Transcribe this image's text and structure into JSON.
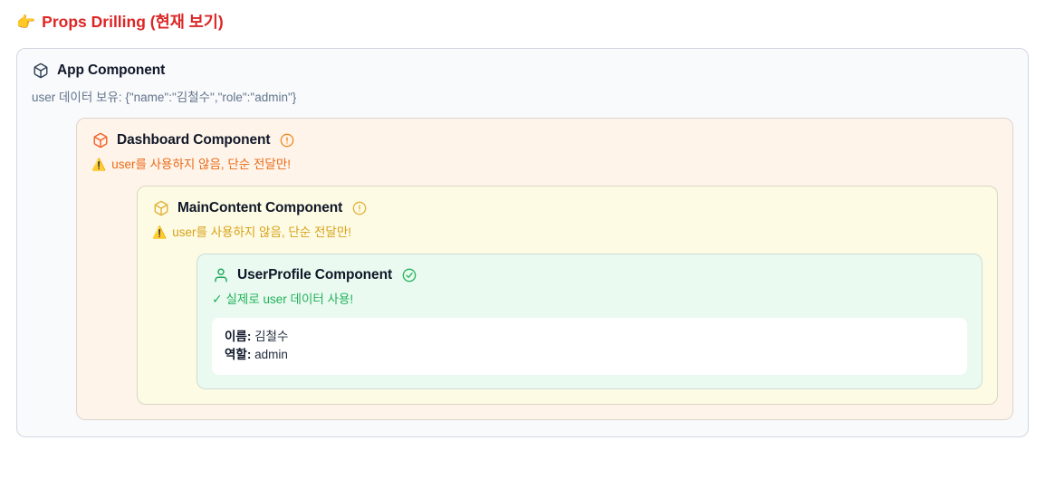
{
  "header": {
    "emoji": "👉",
    "title": "Props Drilling (현재 보기)",
    "color": "#dc2626"
  },
  "tree": {
    "app": {
      "icon": "package-icon",
      "title": "App Component",
      "note": "user 데이터 보유: {\"name\":\"김철수\",\"role\":\"admin\"}",
      "bg": "#f8fafc",
      "border": "#d2d7e0"
    },
    "dashboard": {
      "icon": "package-icon",
      "title": "Dashboard Component",
      "badge": "alert-circle-icon",
      "note_emoji": "⚠️",
      "note": "user를 사용하지 않음, 단순 전달만!",
      "bg": "#fff4e9",
      "border": "#ddd5cf",
      "accent": "#ea6a17"
    },
    "maincontent": {
      "icon": "package-icon",
      "title": "MainContent Component",
      "badge": "alert-circle-icon",
      "note_emoji": "⚠️",
      "note": "user를 사용하지 않음, 단순 전달만!",
      "bg": "#fdfbe4",
      "border": "#d8d7c5",
      "accent": "#d8a017"
    },
    "userprofile": {
      "icon": "user-icon",
      "title": "UserProfile Component",
      "badge": "check-circle-icon",
      "note_mark": "✓",
      "note": "실제로 user 데이터 사용!",
      "bg": "#eafaf0",
      "border": "#cfdcd4",
      "accent": "#22b25b",
      "data": {
        "name_label": "이름:",
        "name_value": "김철수",
        "role_label": "역할:",
        "role_value": "admin"
      }
    }
  }
}
